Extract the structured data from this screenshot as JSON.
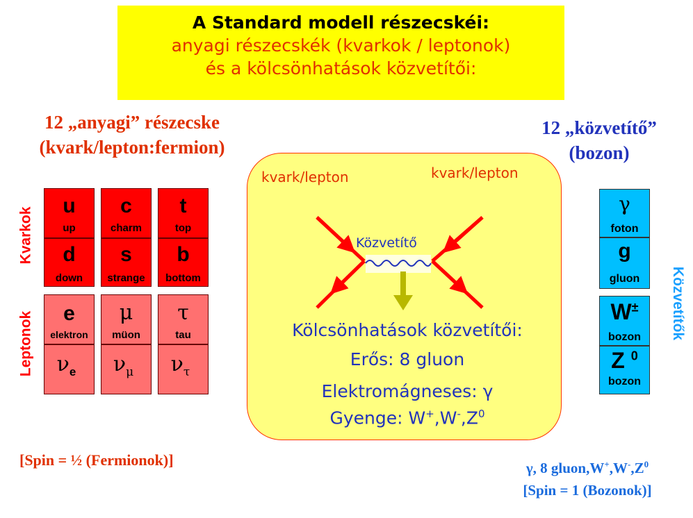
{
  "title": {
    "line1": "A Standard modell részecskéi:",
    "line2": "anyagi részecskék (kvarkok / leptonok)",
    "line3": "és a kölcsönhatások közvetítői:"
  },
  "left_heading": {
    "line1": "12 „anyagi” részecske",
    "line2": "(kvark/lepton:fermion)"
  },
  "right_heading": {
    "line1": "12 „közvetítő”",
    "line2": "(bozon)"
  },
  "row_labels": {
    "quarks": "Kvarkok",
    "leptons": "Leptonok",
    "bosons": "Közvetítők"
  },
  "quarks": [
    {
      "symbol": "u",
      "name": "up"
    },
    {
      "symbol": "c",
      "name": "charm"
    },
    {
      "symbol": "t",
      "name": "top"
    },
    {
      "symbol": "d",
      "name": "down"
    },
    {
      "symbol": "s",
      "name": "strange"
    },
    {
      "symbol": "b",
      "name": "bottom"
    }
  ],
  "leptons": [
    {
      "symbol": "e",
      "name": "elektron"
    },
    {
      "symbol": "μ",
      "name": "müon"
    },
    {
      "symbol": "τ",
      "name": "tau"
    },
    {
      "symbol": "ν",
      "sub": "e"
    },
    {
      "symbol": "ν",
      "sub": "μ"
    },
    {
      "symbol": "ν",
      "sub": "τ"
    }
  ],
  "bosons": [
    {
      "symbol": "γ",
      "name": "foton"
    },
    {
      "symbol": "g",
      "name": "gluon"
    },
    {
      "symbol": "W",
      "sup": "±",
      "name": "bozon"
    },
    {
      "symbol": "Z",
      "sup": "0",
      "name": "bozon"
    }
  ],
  "center": {
    "kvark_left": "kvark/lepton",
    "kvark_right": "kvark/lepton",
    "mediator": "Közvetítő",
    "line1": "Kölcsönhatások közvetítői:",
    "line2": "Erős: 8 gluon",
    "line3": "Elektromágneses: γ",
    "line4_base": "Gyenge: W",
    "line4_sup1": "+",
    "line4_mid1": ",W",
    "line4_sup2": "-",
    "line4_mid2": ",Z",
    "line4_sup3": "0"
  },
  "spin_left": "[Spin = ½ (Fermionok)]",
  "bottom_right": {
    "line1_a": "γ, 8 gluon,W",
    "line1_sup1": "+",
    "line1_b": ",W",
    "line1_sup2": "-",
    "line1_c": ",Z",
    "line1_sup3": "0",
    "line2": "[Spin = 1 (Bozonok)]"
  },
  "colors": {
    "quark_red": "#ff0000",
    "lepton_pink": "#ff7070",
    "boson_blue": "#00bfff",
    "title_yellow": "#ffff00",
    "center_yellow": "#ffff80"
  }
}
